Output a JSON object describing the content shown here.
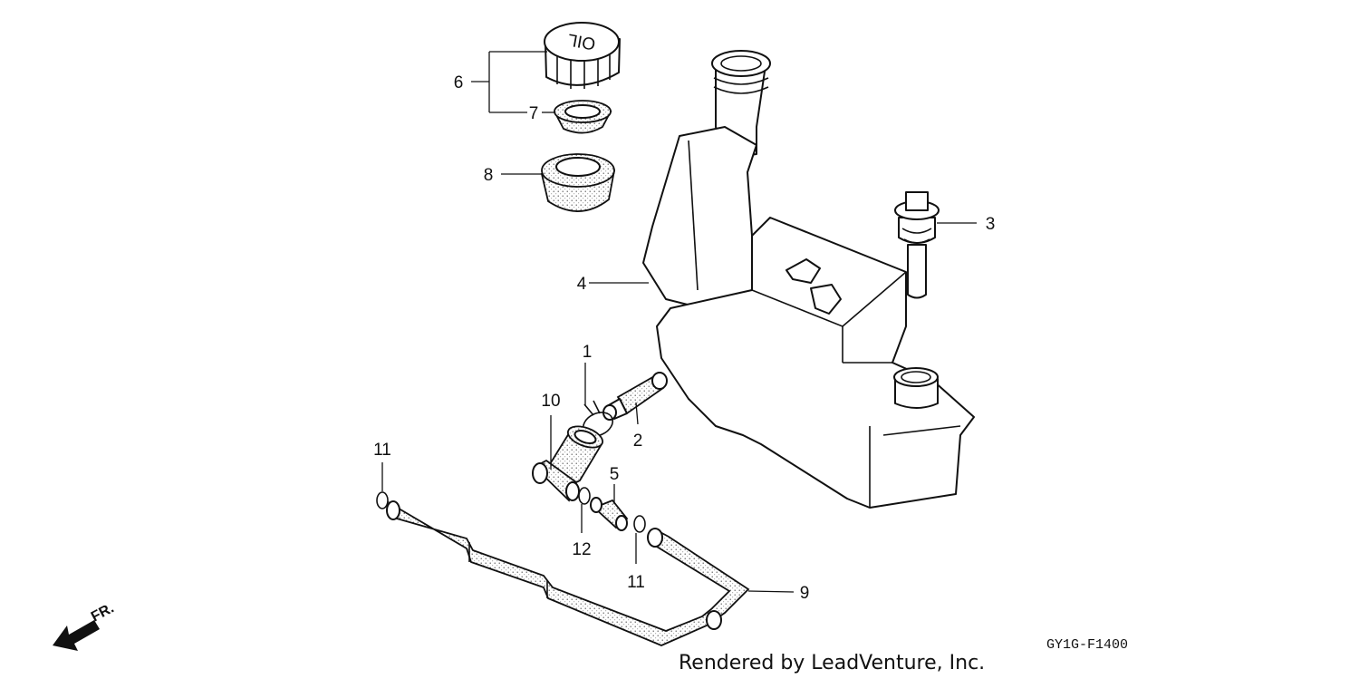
{
  "diagram": {
    "callouts": [
      "1",
      "2",
      "3",
      "4",
      "5",
      "6",
      "7",
      "8",
      "9",
      "10",
      "11",
      "11",
      "12"
    ],
    "cap_text": "OIL",
    "direction_label": "FR.",
    "drawing_code": "GY1G-F1400",
    "rendered_by": "Rendered by LeadVenture, Inc."
  }
}
